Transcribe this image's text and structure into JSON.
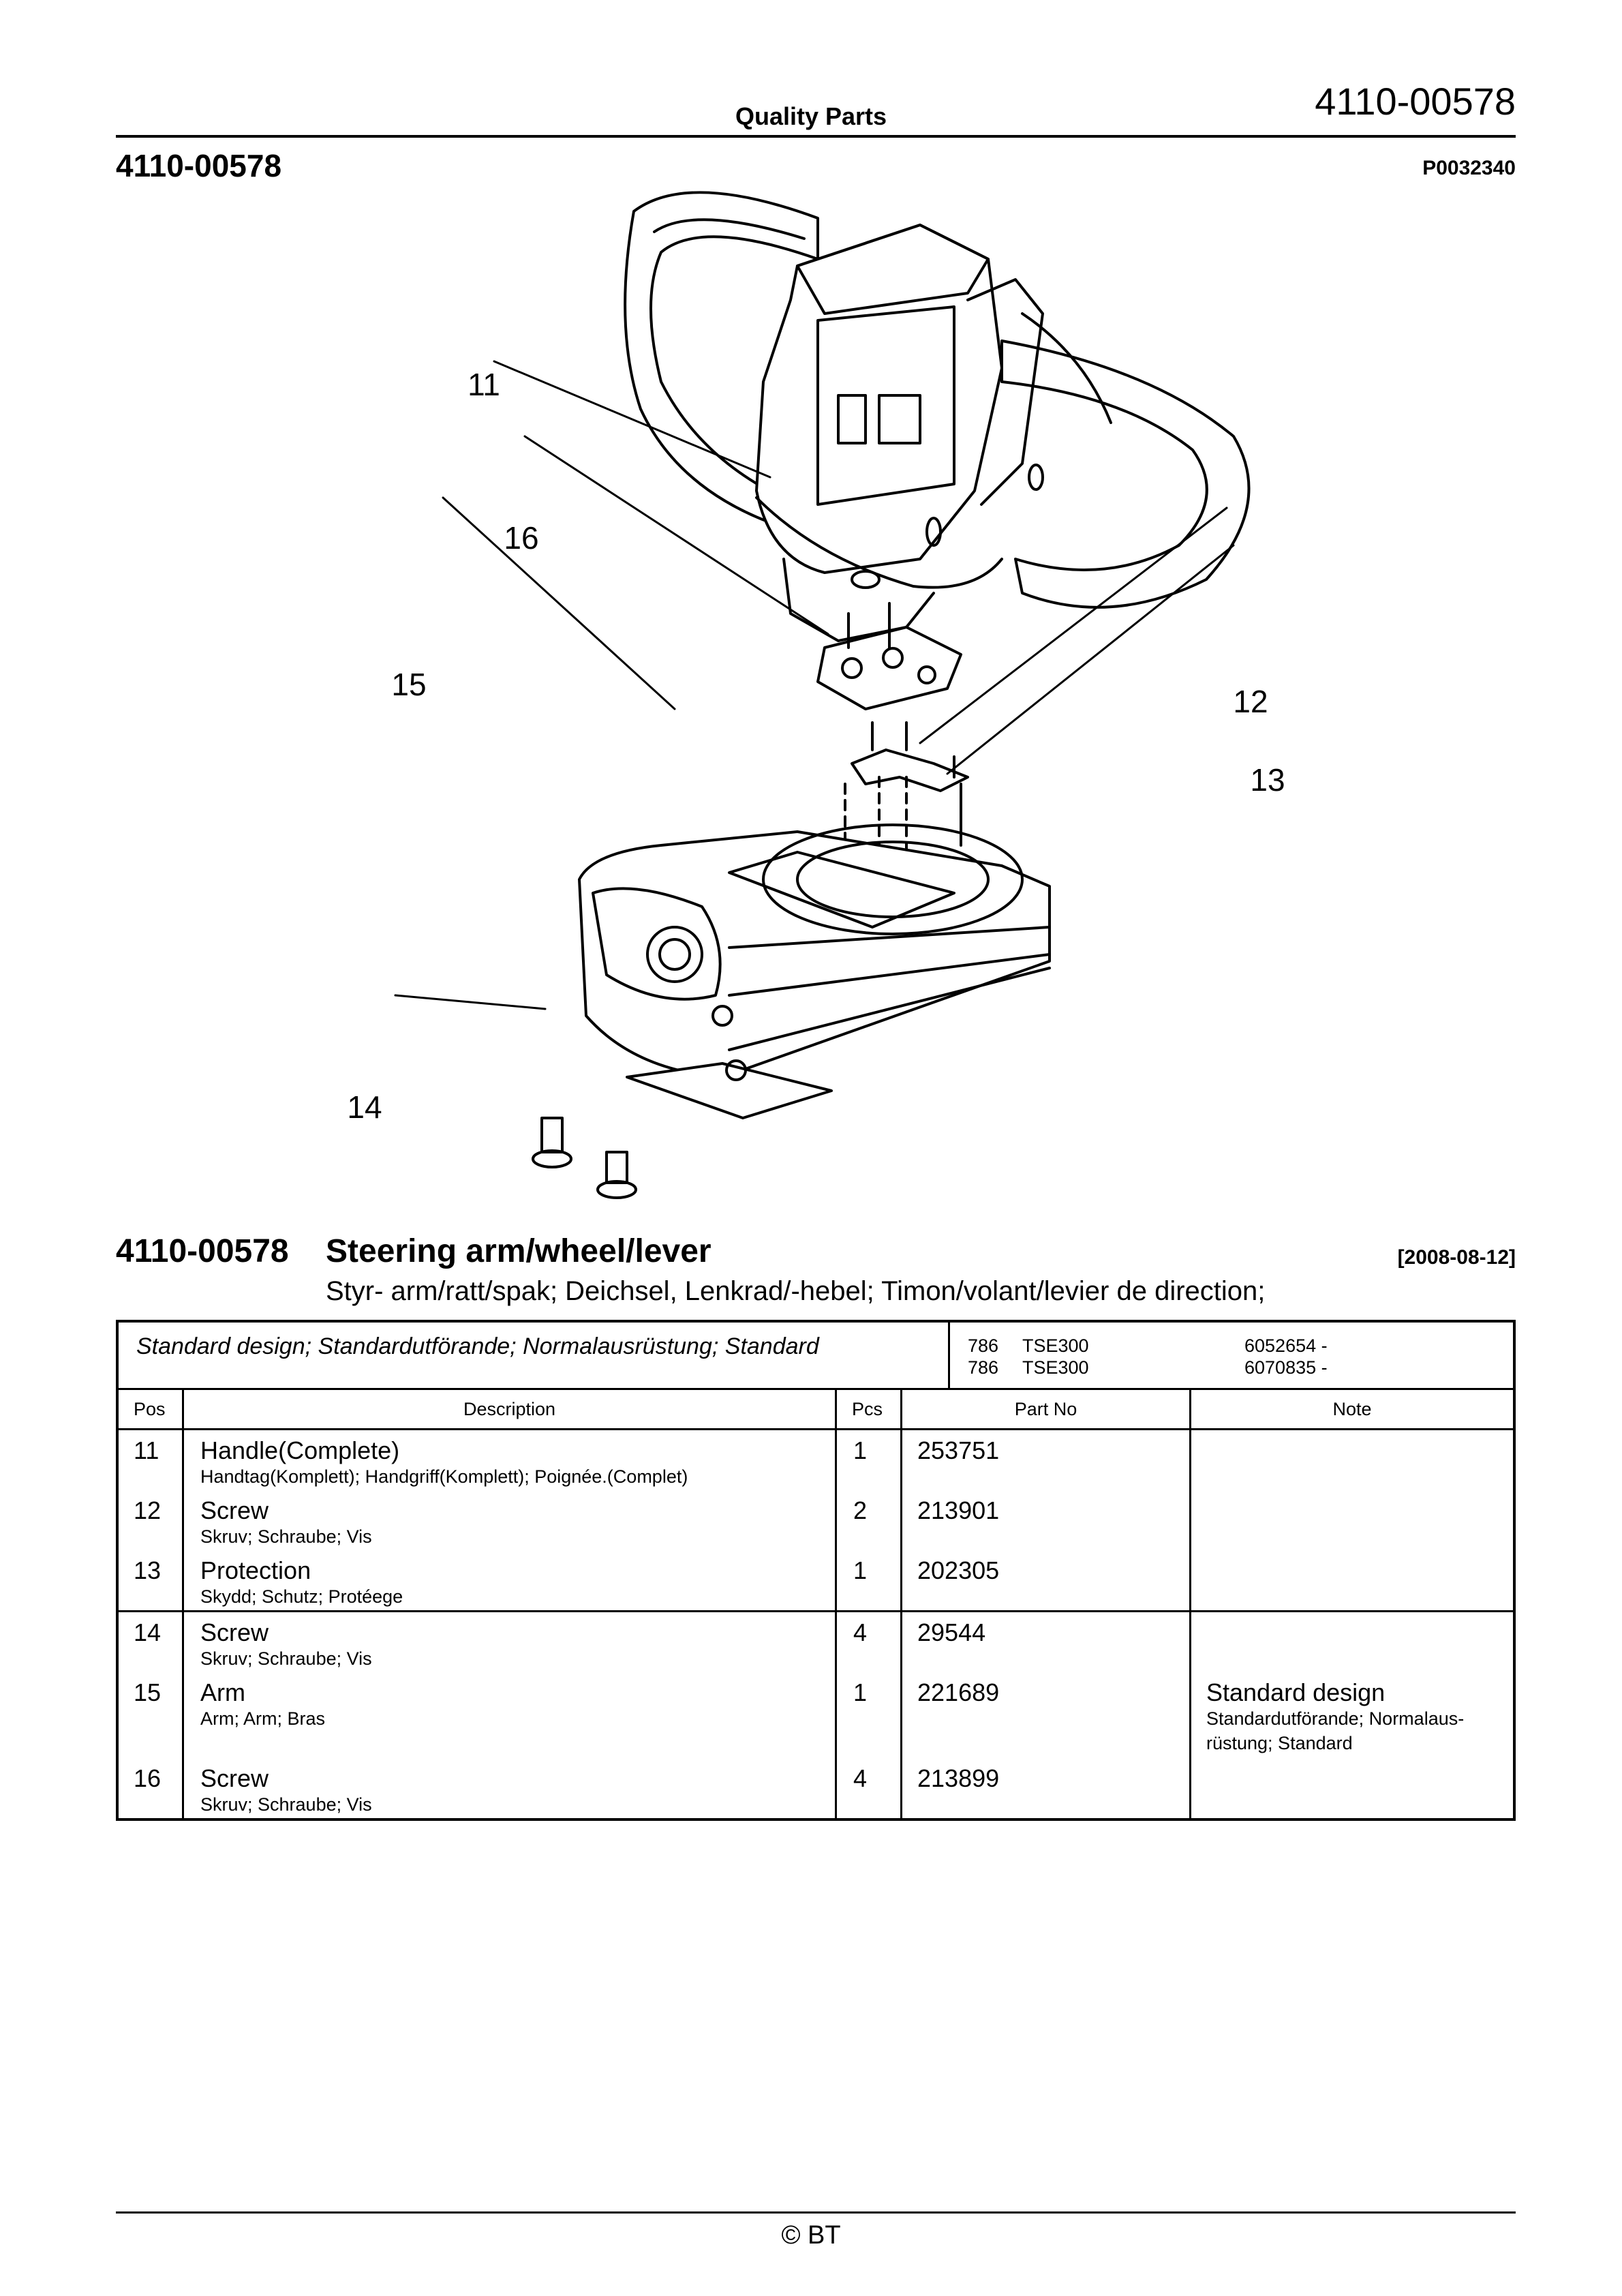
{
  "header": {
    "center_title": "Quality Parts",
    "page_code": "4110-00578"
  },
  "diagram": {
    "doc_id": "4110-00578",
    "picture_id": "P0032340",
    "callouts": [
      "11",
      "16",
      "15",
      "12",
      "13",
      "14"
    ]
  },
  "section": {
    "code": "4110-00578",
    "title": "Steering arm/wheel/lever",
    "date": "[2008-08-12]",
    "subtitle": "Styr- arm/ratt/spak; Deichsel, Lenkrad/-hebel; Timon/volant/levier de direction;"
  },
  "design": {
    "text": "Standard design; Standardutförande; Normalausrüstung; Standard",
    "models": [
      {
        "num": "786",
        "name": "TSE300",
        "serial": "6052654 -"
      },
      {
        "num": "786",
        "name": "TSE300",
        "serial": "6070835 -"
      }
    ]
  },
  "table": {
    "headers": {
      "pos": "Pos",
      "description": "Description",
      "pcs": "Pcs",
      "part_no": "Part No",
      "note": "Note"
    },
    "groups": [
      [
        {
          "pos": "11",
          "name": "Handle(Complete)",
          "translations": "Handtag(Komplett); Handgriff(Komplett); Poignée.(Complet)",
          "pcs": "1",
          "part_no": "253751"
        },
        {
          "pos": "12",
          "name": "Screw",
          "translations": "Skruv; Schraube; Vis",
          "pcs": "2",
          "part_no": "213901"
        },
        {
          "pos": "13",
          "name": "Protection",
          "translations": "Skydd; Schutz; Protéege",
          "pcs": "1",
          "part_no": "202305"
        }
      ],
      [
        {
          "pos": "14",
          "name": "Screw",
          "translations": "Skruv; Schraube; Vis",
          "pcs": "4",
          "part_no": "29544"
        },
        {
          "pos": "15",
          "name": "Arm",
          "translations": "Arm; Arm; Bras",
          "pcs": "1",
          "part_no": "221689",
          "note": "Standard design",
          "note_translations_1": "Standardutförande; Normalaus-",
          "note_translations_2": "rüstung; Standard"
        },
        {
          "pos": "16",
          "name": "Screw",
          "translations": "Skruv; Schraube; Vis",
          "pcs": "4",
          "part_no": "213899"
        }
      ]
    ]
  },
  "footer": {
    "copyright": "© BT"
  },
  "colors": {
    "ink": "#000000",
    "paper": "#ffffff"
  }
}
